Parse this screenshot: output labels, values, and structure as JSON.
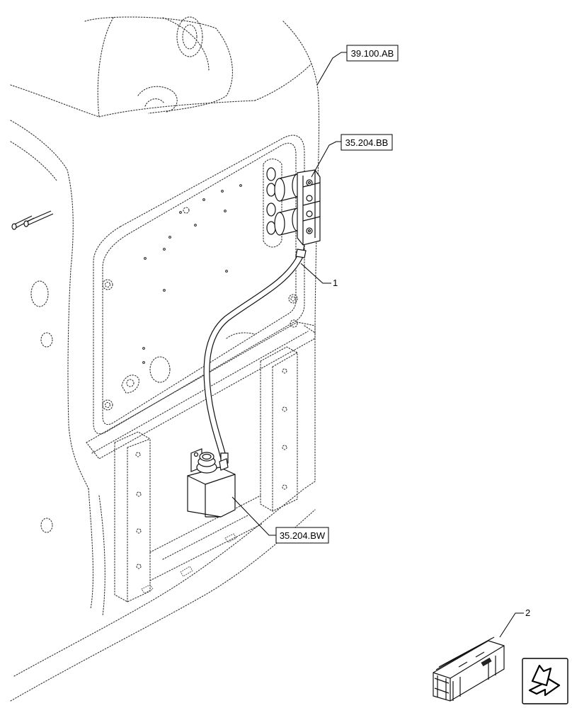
{
  "references": [
    {
      "id": "ref-39-100-ab",
      "label": "39.100.AB"
    },
    {
      "id": "ref-35-204-bb",
      "label": "35.204.BB"
    },
    {
      "id": "ref-35-204-bw",
      "label": "35.204.BW"
    }
  ],
  "callouts": [
    {
      "id": "callout-1",
      "number": "1"
    },
    {
      "id": "callout-2",
      "number": "2"
    }
  ],
  "icons": {
    "navigation": "next-page-arrow-icon",
    "kit": "crate-kit-icon"
  },
  "colors": {
    "line": "#111111",
    "background": "#ffffff"
  }
}
